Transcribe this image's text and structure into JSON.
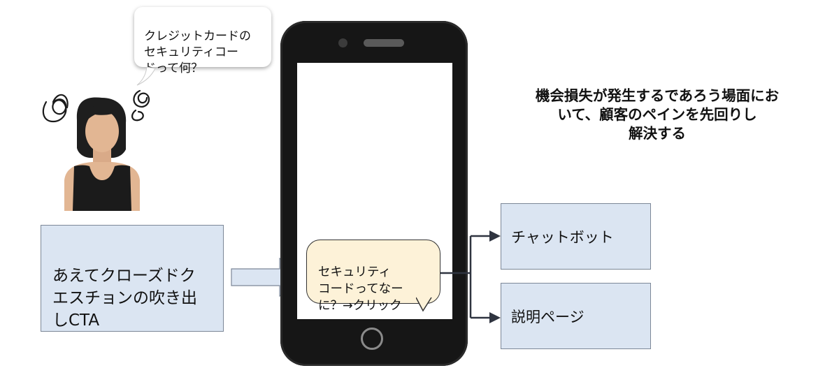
{
  "thought_bubble": {
    "text": "クレジットカードの\nセキュリティコー\nドって何？"
  },
  "cta_box": {
    "text": "あえてクローズドク\nエスチョンの吹き出\nしCTA"
  },
  "chat_bubble": {
    "text": "セキュリティ\nコードってなー\nに？→クリック"
  },
  "chatbot_box": {
    "label": "チャットボット"
  },
  "help_page_box": {
    "label": "説明ページ"
  },
  "headline": {
    "text": "機会損失が発生するであろう場面にお\nいて、顧客のペインを先回りし\n解決する"
  },
  "colors": {
    "box_fill": "#dbe5f2",
    "bubble_fill": "#fdf2d8",
    "phone_body": "#161616",
    "arrow": "#2f3440"
  },
  "icons": [
    "confused-woman-icon",
    "scribble-icon",
    "phone-icon",
    "arrow-right-icon"
  ]
}
